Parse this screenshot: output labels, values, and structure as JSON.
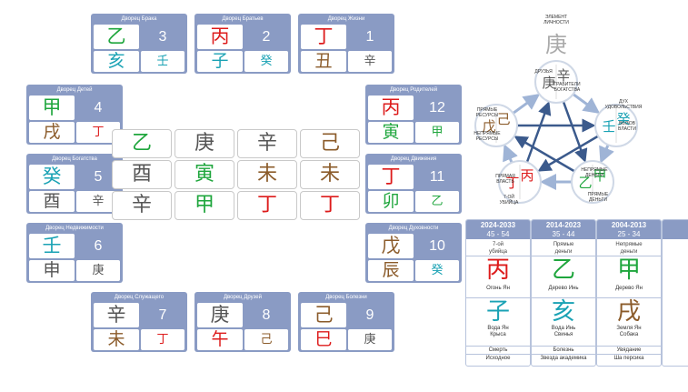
{
  "palaces": [
    {
      "title": "Дворец Брака",
      "stem": "乙",
      "stem_color": "green",
      "num": "3",
      "branch": "亥",
      "branch_color": "teal",
      "hidden": "壬",
      "hidden_color": "teal"
    },
    {
      "title": "Дворец Братьев",
      "stem": "丙",
      "stem_color": "red",
      "num": "2",
      "branch": "子",
      "branch_color": "teal",
      "hidden": "癸",
      "hidden_color": "teal"
    },
    {
      "title": "Дворец Жизни",
      "stem": "丁",
      "stem_color": "red",
      "num": "1",
      "branch": "丑",
      "branch_color": "brown",
      "hidden": "辛",
      "hidden_color": "gray"
    },
    {
      "title": "Дворец Детей",
      "stem": "甲",
      "stem_color": "green",
      "num": "4",
      "branch": "戌",
      "branch_color": "brown",
      "hidden": "丁",
      "hidden_color": "red"
    },
    {
      "title": "Дворец Родителей",
      "stem": "丙",
      "stem_color": "red",
      "num": "12",
      "branch": "寅",
      "branch_color": "green",
      "hidden": "甲",
      "hidden_color": "green"
    },
    {
      "title": "Дворец Богатства",
      "stem": "癸",
      "stem_color": "teal",
      "num": "5",
      "branch": "酉",
      "branch_color": "gray",
      "hidden": "辛",
      "hidden_color": "gray"
    },
    {
      "title": "Дворец Движения",
      "stem": "丁",
      "stem_color": "red",
      "num": "11",
      "branch": "卯",
      "branch_color": "green",
      "hidden": "乙",
      "hidden_color": "green"
    },
    {
      "title": "Дворец Недвижимости",
      "stem": "壬",
      "stem_color": "teal",
      "num": "6",
      "branch": "申",
      "branch_color": "gray",
      "hidden": "庚",
      "hidden_color": "gray"
    },
    {
      "title": "Дворец Духовности",
      "stem": "戊",
      "stem_color": "brown",
      "num": "10",
      "branch": "辰",
      "branch_color": "brown",
      "hidden": "癸",
      "hidden_color": "teal"
    },
    {
      "title": "Дворец Служащего",
      "stem": "辛",
      "stem_color": "gray",
      "num": "7",
      "branch": "未",
      "branch_color": "brown",
      "hidden": "丁",
      "hidden_color": "red"
    },
    {
      "title": "Дворец Друзей",
      "stem": "庚",
      "stem_color": "gray",
      "num": "8",
      "branch": "午",
      "branch_color": "red",
      "hidden": "己",
      "hidden_color": "brown"
    },
    {
      "title": "Дворец Болезни",
      "stem": "己",
      "stem_color": "brown",
      "num": "9",
      "branch": "巳",
      "branch_color": "red",
      "hidden": "庚",
      "hidden_color": "gray"
    }
  ],
  "pillars": [
    {
      "row": [
        {
          "ch": "乙",
          "color": "green"
        },
        {
          "ch": "庚",
          "color": "gray"
        },
        {
          "ch": "辛",
          "color": "gray"
        },
        {
          "ch": "己",
          "color": "brown"
        }
      ]
    },
    {
      "row": [
        {
          "ch": "酉",
          "color": "gray"
        },
        {
          "ch": "寅",
          "color": "green"
        },
        {
          "ch": "未",
          "color": "brown"
        },
        {
          "ch": "未",
          "color": "brown"
        }
      ]
    },
    {
      "row": [
        {
          "ch": "辛",
          "color": "gray"
        },
        {
          "ch": "甲",
          "color": "green"
        },
        {
          "ch": "丁",
          "color": "red"
        },
        {
          "ch": "丁",
          "color": "red"
        }
      ]
    }
  ],
  "cycle": {
    "element_label": "ЭЛЕМЕНТ\nЛИЧНОСТИ",
    "element_char": "庚",
    "nodes": [
      {
        "top": "ДРУЗЬЯ",
        "bottom": "ГРАБИТЕЛИ\nБОГАТСТВА",
        "a": "庚",
        "b": "辛",
        "ac": "gray",
        "bc": "gray"
      },
      {
        "top": "ДУХ\nУДОВОЛЬСТВИЯ",
        "bottom": "ВЫЗОВ\nВЛАСТИ",
        "a": "壬",
        "b": "癸",
        "ac": "teal",
        "bc": "teal"
      },
      {
        "top": "НЕПРЯМЫЕ\nДЕНЬГИ",
        "bottom": "ПРЯМЫЕ\nДЕНЬГИ",
        "a": "乙",
        "b": "甲",
        "ac": "green",
        "bc": "green"
      },
      {
        "top": "ПРЯМАЯ\nВЛАСТЬ",
        "bottom": "7-ОЙ\nУБИЙЦА",
        "a": "丁",
        "b": "丙",
        "ac": "red",
        "bc": "red"
      },
      {
        "top": "ПРЯМЫЕ\nРЕСУРСЫ",
        "bottom": "НЕПРЯМЫЕ\nРЕСУРСЫ",
        "a": "戊",
        "b": "己",
        "ac": "brown",
        "bc": "brown"
      }
    ]
  },
  "luck": [
    {
      "years": "2024-2033",
      "ages": "45 - 54",
      "role": "7-ой\nубийца",
      "stem": "丙",
      "stem_color": "red",
      "stem_label": "Огонь Ян",
      "branch": "子",
      "branch_color": "teal",
      "branch_label": "Вода Ян\nКрыса",
      "r1": "Смерть",
      "r2": "Исходное"
    },
    {
      "years": "2014-2023",
      "ages": "35 - 44",
      "role": "Прямые\nденьги",
      "stem": "乙",
      "stem_color": "green",
      "stem_label": "Дерево Инь",
      "branch": "亥",
      "branch_color": "teal",
      "branch_label": "Вода Инь\nСвинья",
      "r1": "Болезнь",
      "r2": "Звезда академика"
    },
    {
      "years": "2004-2013",
      "ages": "25 - 34",
      "role": "Непрямые\nденьги",
      "stem": "甲",
      "stem_color": "green",
      "stem_label": "Дерево Ян",
      "branch": "戌",
      "branch_color": "brown",
      "branch_label": "Земля Ян\nСобака",
      "r1": "Увядание",
      "r2": "Ша персика"
    }
  ],
  "colors": {
    "palace_bg": "#8a9bc4",
    "green": "#1fa63d",
    "red": "#dd1b1b",
    "brown": "#8b5b2a",
    "gray": "#555555",
    "teal": "#1aa2b4"
  }
}
